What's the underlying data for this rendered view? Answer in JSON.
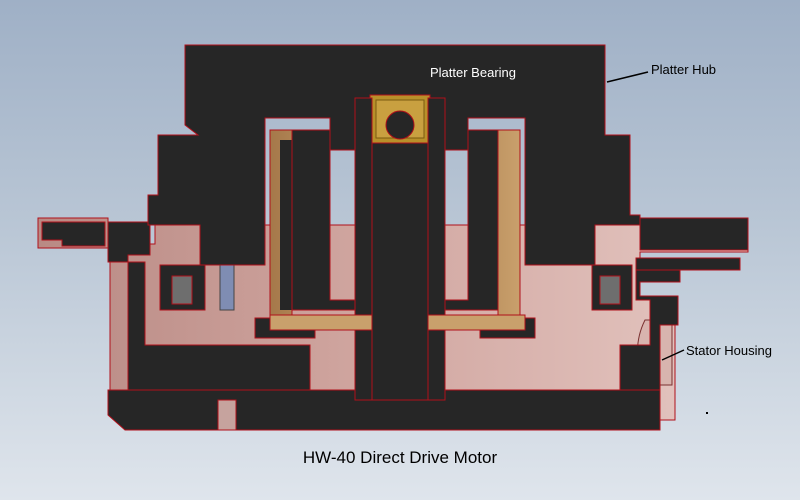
{
  "labels": {
    "platter_bearing": "Platter Bearing",
    "platter_hub": "Platter Hub",
    "stator_housing": "Stator Housing"
  },
  "caption": "HW-40 Direct Drive Motor",
  "colors": {
    "background_top": "#9fb0c6",
    "background_bottom": "#dfe5ec",
    "part_dark": "#262626",
    "outline_red": "#b0101a",
    "housing_pink": "#c99a93",
    "coil_tan": "#b88a55",
    "bearing_gold": "#b8902a",
    "rod_blue": "#7f8db3"
  }
}
